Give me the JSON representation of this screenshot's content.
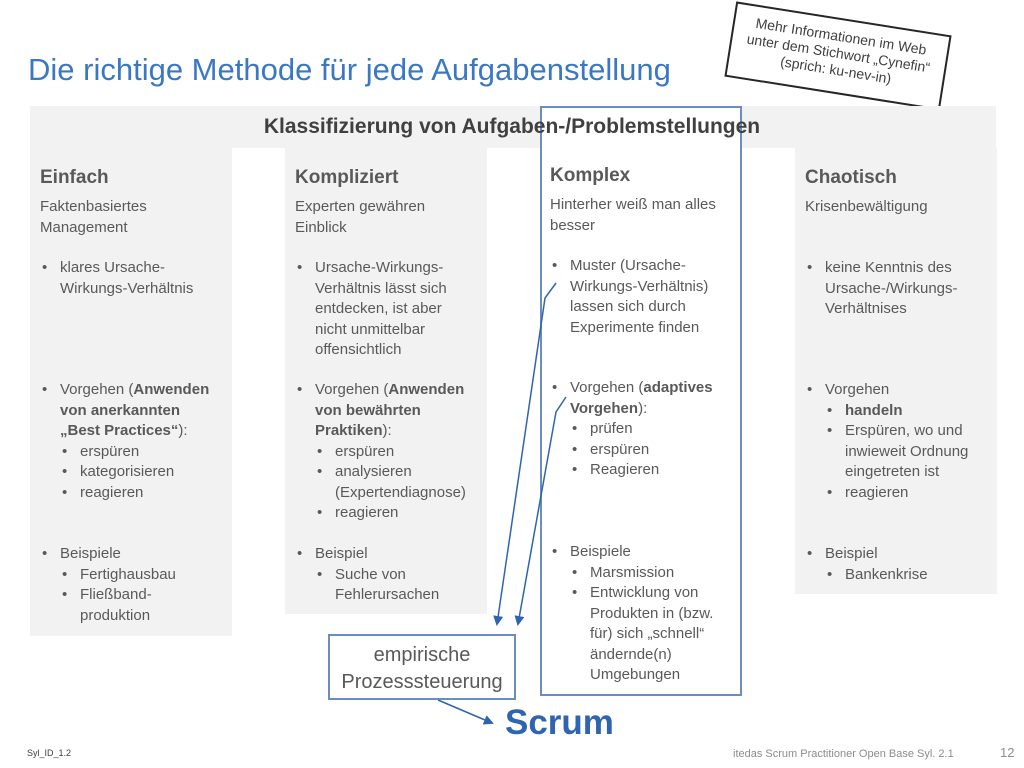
{
  "title": "Die richtige Methode für jede Aufgabenstellung",
  "panel_heading": "Klassifizierung von Aufgaben-/Problemstellungen",
  "note": {
    "line1": "Mehr Informationen im Web",
    "line2": "unter dem Stichwort „Cynefin“",
    "line3": "(sprich: ku-nev-in)"
  },
  "columns": {
    "einfach": {
      "heading": "Einfach",
      "subtitle": "Faktenbasiertes Management",
      "bullet1": "klares Ursache-Wirkungs-Verhältnis",
      "approach_prefix": "Vorgehen (",
      "approach_bold": "Anwenden von anerkannten „Best Practices“",
      "approach_suffix": "):",
      "steps": [
        "erspüren",
        "kategorisieren",
        "reagieren"
      ],
      "examples_label": "Beispiele",
      "examples": [
        "Fertighausbau",
        "Fließband-produktion"
      ]
    },
    "kompliziert": {
      "heading": "Kompliziert",
      "subtitle": "Experten gewähren Einblick",
      "bullet1": "Ursache-Wirkungs-Verhältnis lässt sich entdecken, ist aber nicht unmittelbar offensichtlich",
      "approach_prefix": "Vorgehen (",
      "approach_bold": "Anwenden von bewährten Praktiken",
      "approach_suffix": "):",
      "steps": [
        "erspüren",
        "analysieren (Expertendiagnose)",
        "reagieren"
      ],
      "examples_label": "Beispiel",
      "examples": [
        "Suche von Fehlerursachen"
      ]
    },
    "komplex": {
      "heading": "Komplex",
      "subtitle": "Hinterher weiß man alles besser",
      "bullet1": "Muster (Ursache-Wirkungs-Verhältnis) lassen sich durch Experimente finden",
      "approach_prefix": "Vorgehen (",
      "approach_bold": "adaptives Vorgehen",
      "approach_suffix": "):",
      "steps": [
        "prüfen",
        "erspüren",
        "Reagieren"
      ],
      "examples_label": "Beispiele",
      "examples": [
        "Marsmission",
        "Entwicklung von Produkten in (bzw. für) sich „schnell“ ändernde(n) Umgebungen"
      ]
    },
    "chaotisch": {
      "heading": "Chaotisch",
      "subtitle": "Krisenbewältigung",
      "bullet1": "keine Kenntnis des Ursache-/Wirkungs-Verhältnises",
      "approach_label": "Vorgehen",
      "steps_bold_first": "handeln",
      "steps": [
        "Erspüren, wo und inwieweit Ordnung eingetreten ist",
        "reagieren"
      ],
      "examples_label": "Beispiel",
      "examples": [
        "Bankenkrise"
      ]
    }
  },
  "empirical_box": {
    "line1": "empirische",
    "line2": "Prozesssteuerung"
  },
  "scrum_label": "Scrum",
  "footer": {
    "left": "Syl_ID_1.2",
    "center": "itedas Scrum Practitioner Open Base Syl. 2.1",
    "page": "12"
  },
  "colors": {
    "title": "#3a78c3",
    "panel": "#f2f2f2",
    "accent_border": "#6d8cc0",
    "arrow": "#2f64b0"
  }
}
